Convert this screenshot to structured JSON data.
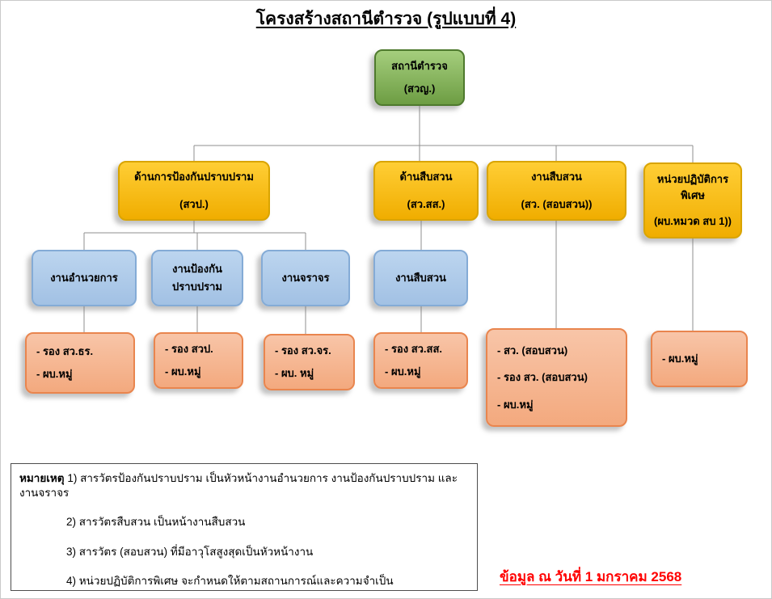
{
  "title": "โครงสร้างสถานีตำรวจ (รูปแบบที่ 4)",
  "org": {
    "root": {
      "lines": [
        "สถานีตำรวจ",
        "(สวญ.)"
      ]
    },
    "divisions": [
      {
        "lines": [
          "ด้านการป้องกันปราบปราม",
          "(สวป.)"
        ]
      },
      {
        "lines": [
          "ด้านสืบสวน",
          "(สว.สส.)"
        ]
      },
      {
        "lines": [
          "งานสืบสวน",
          "(สว. (สอบสวน))"
        ]
      },
      {
        "lines": [
          "หน่วยปฏิบัติการ",
          "พิเศษ",
          "(ผบ.หมวด สบ 1))"
        ]
      }
    ],
    "units": [
      {
        "lines": [
          "งานอำนวยการ"
        ]
      },
      {
        "lines": [
          "งานป้องกัน",
          "ปราบปราม"
        ]
      },
      {
        "lines": [
          "งานจราจร"
        ]
      },
      {
        "lines": [
          "งานสืบสวน"
        ]
      }
    ],
    "staff": [
      {
        "lines": [
          "- รอง สว.ธร.",
          "- ผบ.หมู่"
        ]
      },
      {
        "lines": [
          "- รอง สวป.",
          "- ผบ.หมู่"
        ]
      },
      {
        "lines": [
          "- รอง สว.จร.",
          "- ผบ. หมู่"
        ]
      },
      {
        "lines": [
          "- รอง สว.สส.",
          "- ผบ.หมู่"
        ]
      },
      {
        "lines": [
          "- สว. (สอบสวน)",
          "- รอง สว. (สอบสวน)",
          "- ผบ.หมู่"
        ]
      },
      {
        "lines": [
          "- ผบ.หมู่"
        ]
      }
    ]
  },
  "note": {
    "label": "หมายเหตุ",
    "items": [
      "1) สารวัตรป้องกันปราบปราม  เป็นหัวหน้างานอำนวยการ  งานป้องกันปราบปราม  และงานจราจร",
      "2) สารวัตรสืบสวน เป็นหน้างานสืบสวน",
      "3) สารวัตร (สอบสวน) ที่มีอาวุโสสูงสุดเป็นหัวหน้างาน",
      "4) หน่วยปฏิบัติการพิเศษ  จะกำหนดให้ตามสถานการณ์และความจำเป็น"
    ]
  },
  "footer": {
    "as_of": "ข้อมูล ณ วันที่ 1 มกราคม 2568"
  },
  "colors": {
    "green_top": "#a5ce7d",
    "green_bottom": "#6d9d43",
    "green_border": "#4f7a2e",
    "yellow_top": "#ffce35",
    "yellow_bottom": "#f0ad00",
    "yellow_border": "#d9a400",
    "blue_top": "#bcd5ef",
    "blue_bottom": "#a2c1e4",
    "blue_border": "#84abd6",
    "orange_top": "#f8c5a8",
    "orange_bottom": "#f3a97e",
    "orange_border": "#e9854e",
    "connector": "#8f8f8f",
    "footer_red": "#ff0000"
  }
}
